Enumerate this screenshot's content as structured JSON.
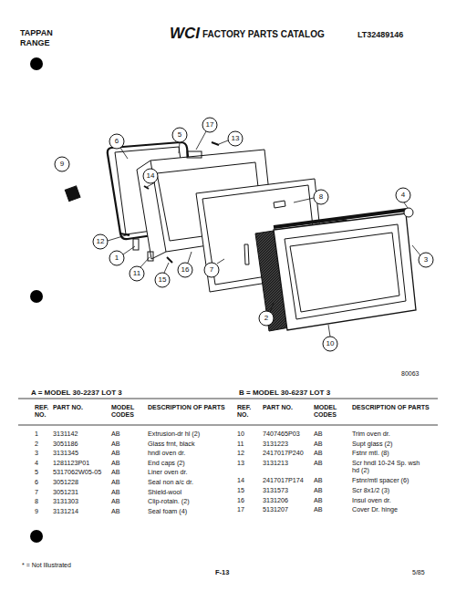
{
  "diagram": {
    "title": "FACTORY PARTS CATALOG",
    "labels": [
      "TAPPAN",
      "RANGE",
      "WCI",
      "LT32489146",
      "9",
      "6",
      "5",
      "17",
      "13",
      "14",
      "12",
      "1",
      "11",
      "15",
      "16",
      "7",
      "8",
      "4",
      "3",
      "2",
      "10",
      "80063",
      "A = MODEL 30-2237 LOT 3",
      "B = MODEL 30-6237 LOT 3",
      "REF. NO.",
      "PART NO.",
      "MODEL CODES",
      "DESCRIPTION OF PARTS",
      "REF. NO.",
      "PART NO.",
      "MODEL CODES",
      "DESCRIPTION OF PARTS",
      "1",
      "3131142",
      "AB",
      "Extrusion-dr hl (2)",
      "2",
      "3051186",
      "AB",
      "Glass frnt, black",
      "3",
      "3131345",
      "AB",
      "hndl oven dr.",
      "4",
      "1281123P01",
      "AB",
      "End caps (2)",
      "5",
      "5317062W05-05",
      "AB",
      "Liner oven dr.",
      "6",
      "3051228",
      "AB",
      "Seal non a/c dr.",
      "7",
      "3051231",
      "AB",
      "Shield-wool",
      "8",
      "3131303",
      "AB",
      "Clip-rotain. (2)",
      "9",
      "3131214",
      "AB",
      "Seal foam (4)",
      "10",
      "7407465P03",
      "AB",
      "Trim oven dr.",
      "11",
      "3131223",
      "AB",
      "Supt glass (2)",
      "12",
      "2417017P240",
      "AB",
      "Fstnr mtl. (8)",
      "13",
      "3131213",
      "AB",
      "Scr hndl 10-24 Sp. wsh hd (2)",
      "14",
      "2417017P174",
      "AB",
      "Fstnr/mtl spacer (6)",
      "15",
      "3131573",
      "AB",
      "Scr 8x1/2 (3)",
      "16",
      "3131206",
      "AB",
      "Insul oven dr.",
      "17",
      "5131207",
      "AB",
      "Cover Dr. hinge",
      "* = Not Illustrated",
      "F-13",
      "5/85"
    ]
  }
}
